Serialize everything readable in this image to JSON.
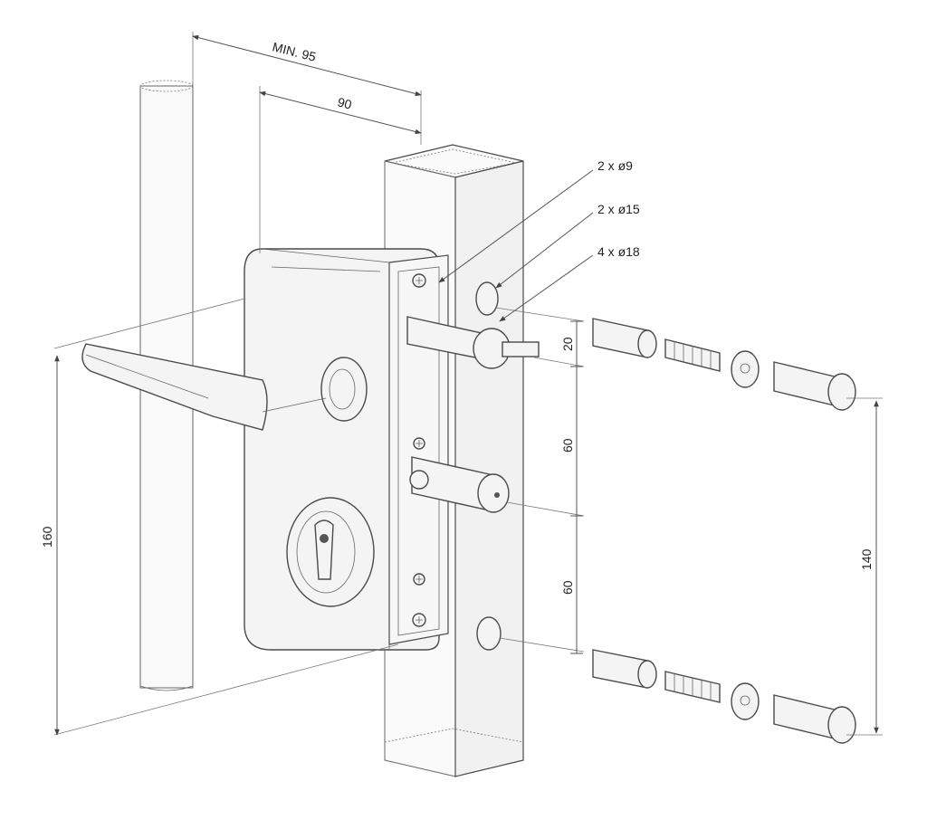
{
  "dimensions": {
    "min_95": "MIN. 95",
    "d_90": "90",
    "d_20": "20",
    "d_60_upper": "60",
    "d_60_lower": "60",
    "d_160": "160",
    "d_140": "140"
  },
  "callouts": {
    "holes_9": "2 x ø9",
    "holes_15": "2 x ø15",
    "holes_18": "4 x ø18"
  },
  "colors": {
    "line": "#4a4a4a",
    "fill": "#f4f4f4",
    "background": "#ffffff"
  }
}
